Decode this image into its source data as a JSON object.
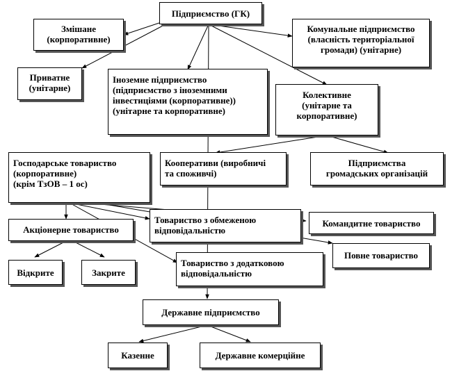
{
  "diagram": {
    "root": "Підприємство (ГК)",
    "mixed": "Змішане\n(корпоративне)",
    "communal": "Комунальне підприємство\n(власність територіальної\nгромади) (унітарне)",
    "private": "Приватне\n(унітарне)",
    "foreign": "Іноземне підприємство\n(підприємство з іноземними\nінвестиціями (корпоративне))\n(унітарне та корпоративне)",
    "collective": "Колективне\n(унітарне та\nкорпоративне)",
    "business_company": "Господарське товариство\n(корпоративне)\n(крім ТзОВ – 1 ос)",
    "cooperatives": "Кооперативи (виробничі\nта споживчі)",
    "public_org": "Підприємства\nгромадських організацій",
    "joint_stock": "Акціонерне товариство",
    "llc": "Товариство з обмеженою\nвідповідальністю",
    "limited_partnership": "Командитне товариство",
    "full_partnership": "Повне товариство",
    "open": "Відкрите",
    "closed": "Закрите",
    "alc": "Товариство з додатковою\nвідповідальністю",
    "state": "Державне підприємство",
    "treasury": "Казенне",
    "state_commercial": "Державне комерційне"
  }
}
